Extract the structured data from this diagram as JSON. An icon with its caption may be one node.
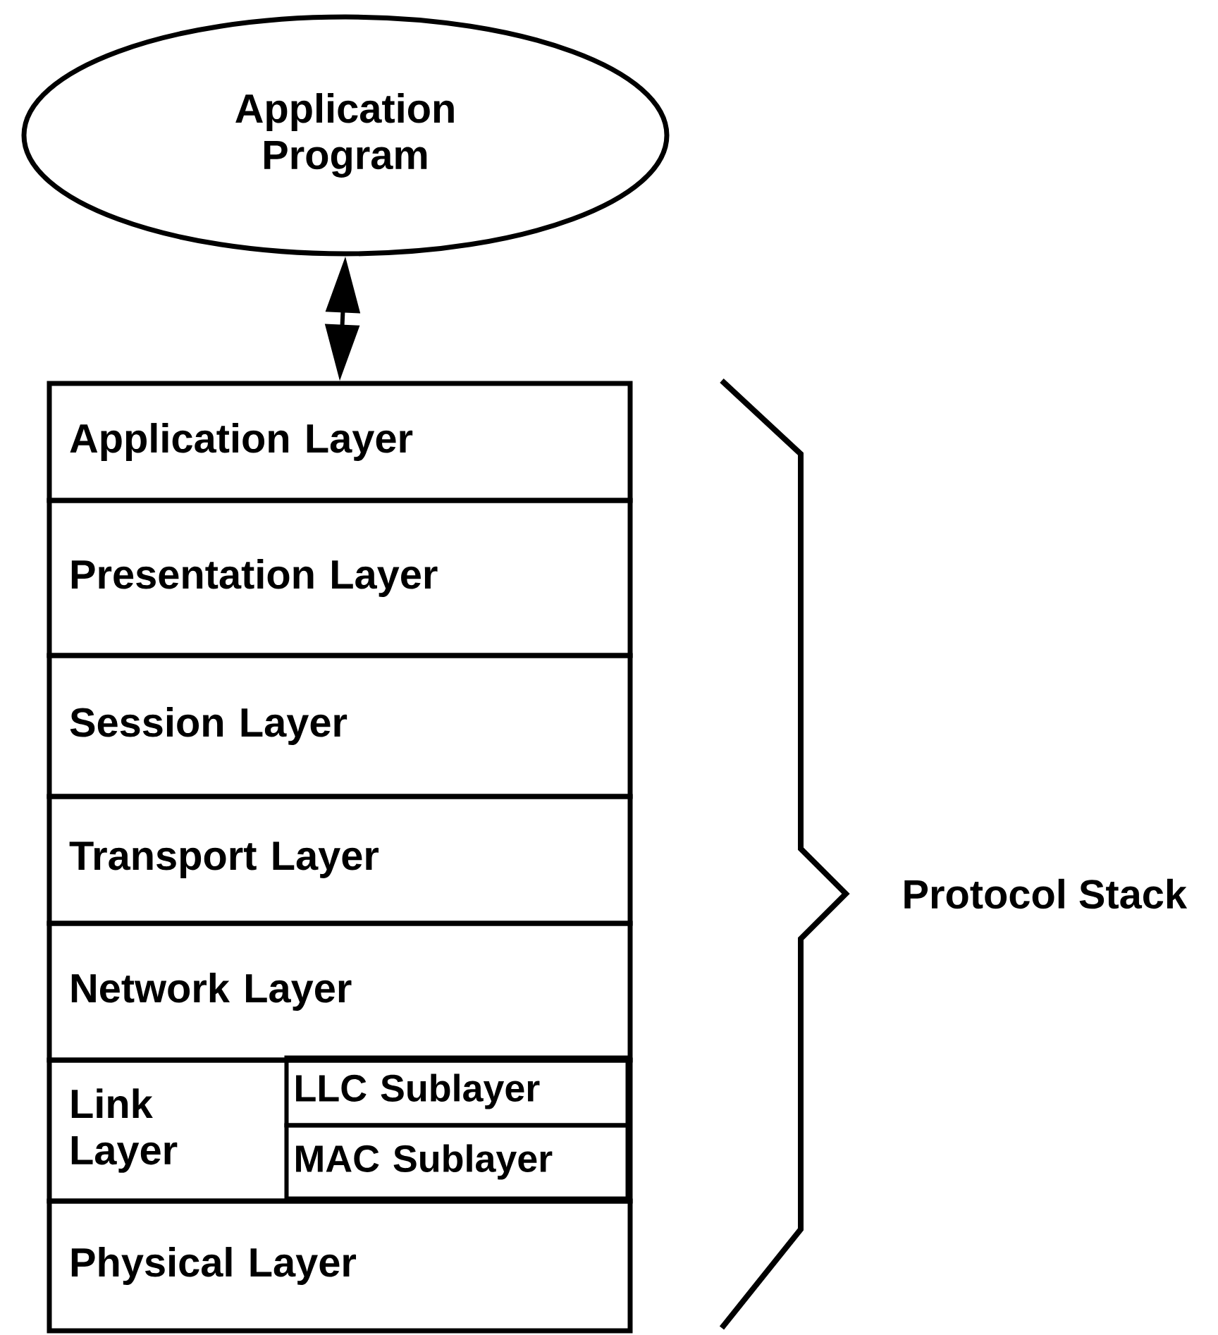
{
  "diagram": {
    "nodes": [
      {
        "text": [
          "Application Program"
        ]
      },
      {
        "text": [
          "Application Layer"
        ]
      },
      {
        "text": [
          "Presentation Layer"
        ]
      },
      {
        "text": [
          "Session Layer"
        ]
      },
      {
        "text": [
          "Transport Layer"
        ]
      },
      {
        "text": [
          "Network Layer"
        ]
      },
      {
        "text": [
          "Link Layer"
        ]
      },
      {
        "text": [
          "LLC Sublayer"
        ],
        "in": 6
      },
      {
        "text": [
          "MAC Sublayer"
        ],
        "in": 6
      },
      {
        "text": [
          "Physical Layer"
        ]
      }
    ],
    "edges": [
      {
        "from": 0,
        "to": 1,
        "arrow": "both"
      }
    ],
    "labels": [
      "Protocol Stack"
    ]
  }
}
